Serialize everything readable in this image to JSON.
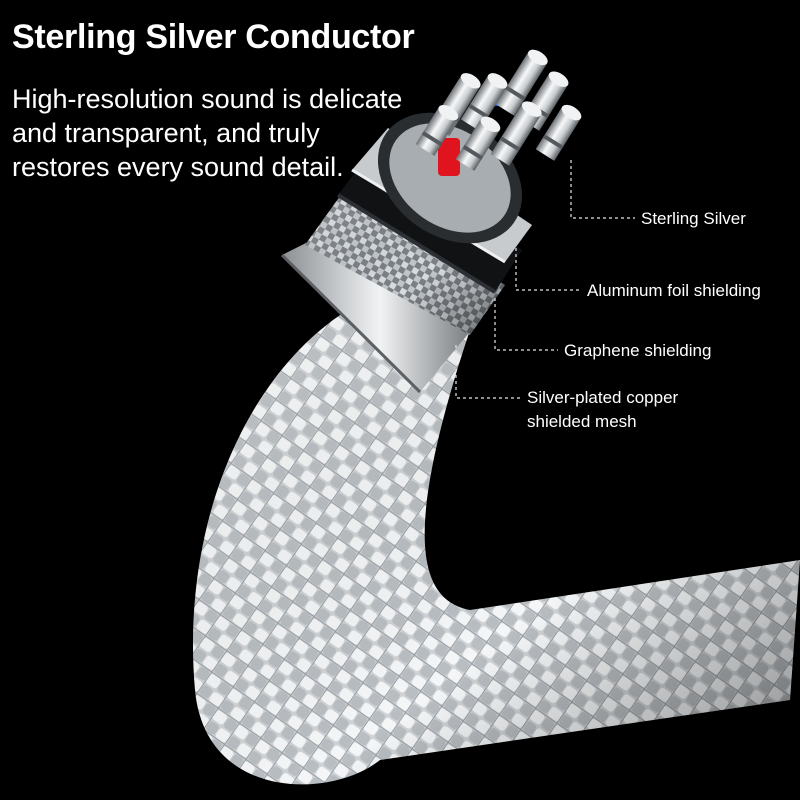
{
  "headline": "Sterling Silver Conductor",
  "description_lines": [
    "High-resolution sound is delicate",
    "and transparent, and truly",
    "restores every sound detail."
  ],
  "callouts": [
    {
      "lines": [
        "Sterling Silver"
      ]
    },
    {
      "lines": [
        "Aluminum foil shielding"
      ]
    },
    {
      "lines": [
        "Graphene shielding"
      ]
    },
    {
      "lines": [
        "Silver-plated copper",
        "shielded mesh"
      ]
    }
  ],
  "colors": {
    "background": "#000000",
    "text": "#ffffff",
    "braid": "#e9edf0",
    "red_core": "#e0141e",
    "blue_core": "#1f5fe6"
  }
}
